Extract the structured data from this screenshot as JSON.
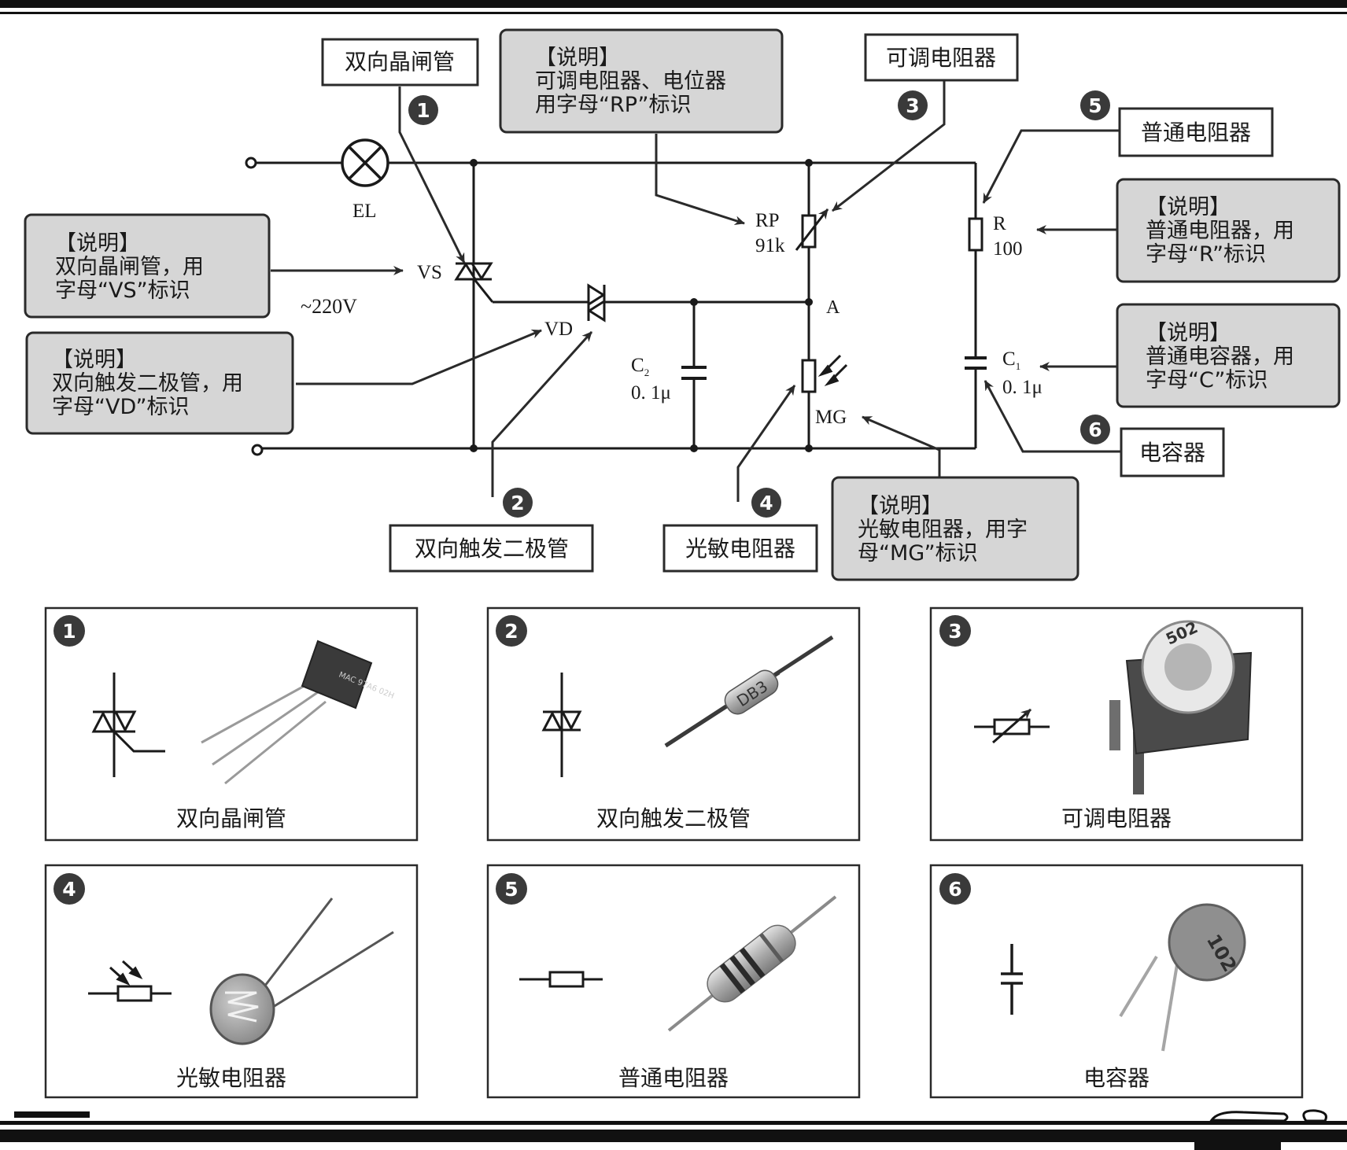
{
  "circuit": {
    "lamp_label": "EL",
    "supply_label": "~220V",
    "vs_label": "VS",
    "vd_label": "VD",
    "rp_label": "RP",
    "rp_value": "91k",
    "r_label": "R",
    "r_value": "100",
    "node_a_label": "A",
    "c2_label": "C",
    "c2_sub": "2",
    "c2_value": "0. 1μ",
    "c1_label": "C",
    "c1_sub": "1",
    "c1_value": "0. 1μ",
    "mg_label": "MG"
  },
  "callouts": {
    "triac_name": "双向晶闸管",
    "triac_note_head": "【说明】",
    "triac_note_l1": "双向晶闸管，用",
    "triac_note_l2": "字母“VS”标识",
    "diac_name": "双向触发二极管",
    "diac_note_head": "【说明】",
    "diac_note_l1": "双向触发二极管，用",
    "diac_note_l2": "字母“VD”标识",
    "pot_name": "可调电阻器",
    "pot_note_head": "【说明】",
    "pot_note_l1": "可调电阻器、电位器",
    "pot_note_l2": "用字母“RP”标识",
    "res_name": "普通电阻器",
    "res_note_head": "【说明】",
    "res_note_l1": "普通电阻器，用",
    "res_note_l2": "字母“R”标识",
    "cap_name": "电容器",
    "cap_note_head": "【说明】",
    "cap_note_l1": "普通电容器，用",
    "cap_note_l2": "字母“C”标识",
    "ldr_name": "光敏电阻器",
    "ldr_note_head": "【说明】",
    "ldr_note_l1": "光敏电阻器，用字",
    "ldr_note_l2": "母“MG”标识"
  },
  "badges": [
    "1",
    "2",
    "3",
    "4",
    "5",
    "6"
  ],
  "parts": [
    {
      "num": "1",
      "name": "双向晶闸管",
      "print": "MAC 97A6 02H"
    },
    {
      "num": "2",
      "name": "双向触发二极管",
      "print": "DB3"
    },
    {
      "num": "3",
      "name": "可调电阻器",
      "print": "502"
    },
    {
      "num": "4",
      "name": "光敏电阻器",
      "print": ""
    },
    {
      "num": "5",
      "name": "普通电阻器",
      "print": ""
    },
    {
      "num": "6",
      "name": "电容器",
      "print": "102"
    }
  ],
  "colors": {
    "ink": "#1a1a1a",
    "note_fill": "#d6d6d6",
    "badge": "#3a3a3a",
    "part_gray": "#9a9a9a"
  }
}
